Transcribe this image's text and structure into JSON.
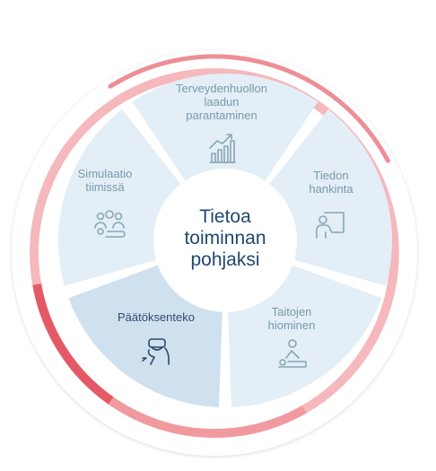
{
  "center": {
    "lines": [
      "Tietoa",
      "toiminnan",
      "pohjaksi"
    ]
  },
  "segments": [
    {
      "lines": [
        "Terveydenhuollon",
        "laadun",
        "parantaminen"
      ],
      "icon": "bar-chart-growth-icon",
      "active": false
    },
    {
      "lines": [
        "Tiedon",
        "hankinta"
      ],
      "icon": "person-at-screen-icon",
      "active": false
    },
    {
      "lines": [
        "Taitojen",
        "hiominen"
      ],
      "icon": "person-lying-care-icon",
      "active": false
    },
    {
      "lines": [
        "Päätöksenteko"
      ],
      "icon": "vr-headset-person-icon",
      "active": true
    },
    {
      "lines": [
        "Simulaatio",
        "tiimissä"
      ],
      "icon": "team-group-icon",
      "active": false
    }
  ],
  "colors": {
    "segment_fill": "#e3eef7",
    "segment_active_fill": "#cfe1ee",
    "segment_text": "#7a9aaa",
    "segment_active_text": "#2c4a6b",
    "icon_stroke": "#8aa6b4",
    "icon_active_stroke": "#2c4a6b",
    "center_text": "#1f4770",
    "ring_light": "#f5b8bc",
    "ring_mid": "#f09aa0",
    "ring_dark": "#e35a66",
    "outer_arc": "#ee8e96"
  }
}
